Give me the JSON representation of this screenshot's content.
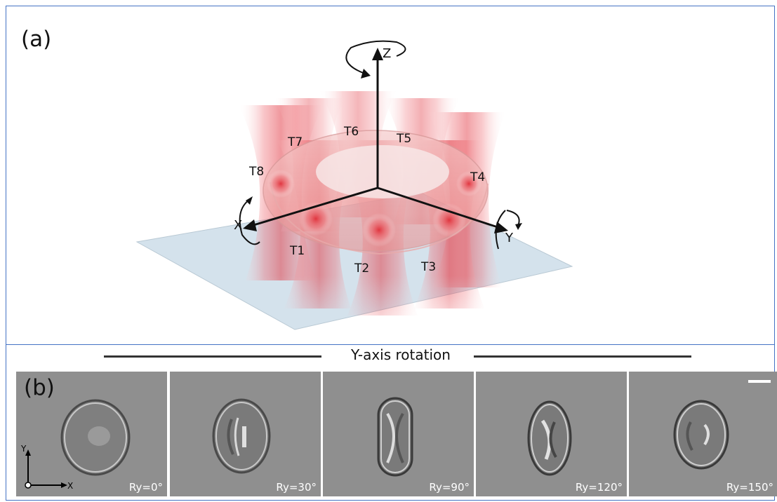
{
  "panels": {
    "a_label": "(a)",
    "b_label": "(b)"
  },
  "axes": {
    "x": "X",
    "y": "Y",
    "z": "Z"
  },
  "traps": [
    "T1",
    "T2",
    "T3",
    "T4",
    "T5",
    "T6",
    "T7",
    "T8"
  ],
  "rotation_title": "Y-axis rotation",
  "frames": [
    {
      "label": "Ry=0°",
      "stage": 0
    },
    {
      "label": "Ry=30°",
      "stage": 30
    },
    {
      "label": "Ry=90°",
      "stage": 90
    },
    {
      "label": "Ry=120°",
      "stage": 120
    },
    {
      "label": "Ry=150°",
      "stage": 150
    }
  ],
  "inset_axes": {
    "y": "Y",
    "x": "X"
  },
  "colors": {
    "border": "#4472c4",
    "beam": "#e0303a",
    "plane": "#d4e2ec",
    "frame_bg": "#8f8f8f"
  }
}
